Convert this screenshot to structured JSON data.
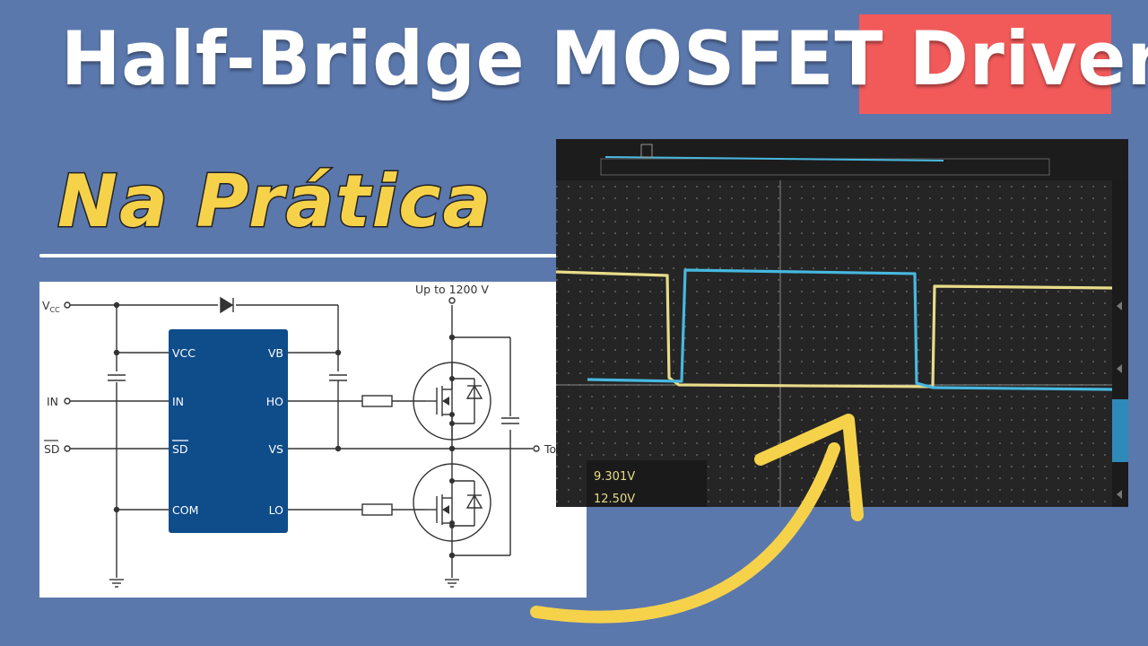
{
  "title": {
    "text": "Half-Bridge MOSFET Driver",
    "highlight_color": "#f25a5a"
  },
  "subtitle": {
    "text": "Na Prática",
    "color": "#f6d24b"
  },
  "schematic": {
    "vcc_label": "V",
    "vcc_sub": "CC",
    "in_label": "IN",
    "sd_label": "SD",
    "supply_label": "Up to 1200 V",
    "load_label": "To load",
    "ic_color": "#0f4c8a",
    "pins_left": [
      "VCC",
      "IN",
      "SD",
      "COM"
    ],
    "pins_right": [
      "VB",
      "HO",
      "VS",
      "LO"
    ]
  },
  "scope": {
    "readout_1": "9.301V",
    "readout_2": "12.50V",
    "trace_yellow": "#e8dc8a",
    "trace_cyan": "#47b8e0"
  },
  "arrow": {
    "color": "#f6d24b"
  }
}
